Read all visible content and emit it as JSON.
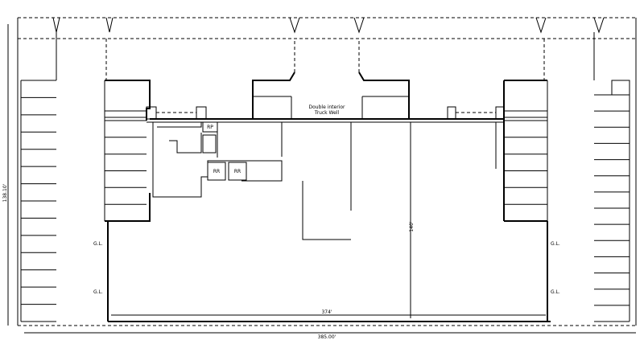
{
  "dimensions": {
    "overall_width": "385.00'",
    "overall_depth": "138.10'",
    "interior_width": "374'",
    "interior_depth": "140'"
  },
  "labels": {
    "truck_well_line1": "Double interior",
    "truck_well_line2": "Truck Well",
    "gl_left_top": "G.L.",
    "gl_left_bottom": "G.L.",
    "gl_right_top": "G.L.",
    "gl_right_bottom": "G.L.",
    "restroom_1": "RR",
    "restroom_2": "RR",
    "room_rp": "RP"
  },
  "parking": {
    "left_outer_stalls": 14,
    "left_inner_stalls": 6,
    "right_inner_stalls": 6,
    "right_outer_stalls": 14
  }
}
